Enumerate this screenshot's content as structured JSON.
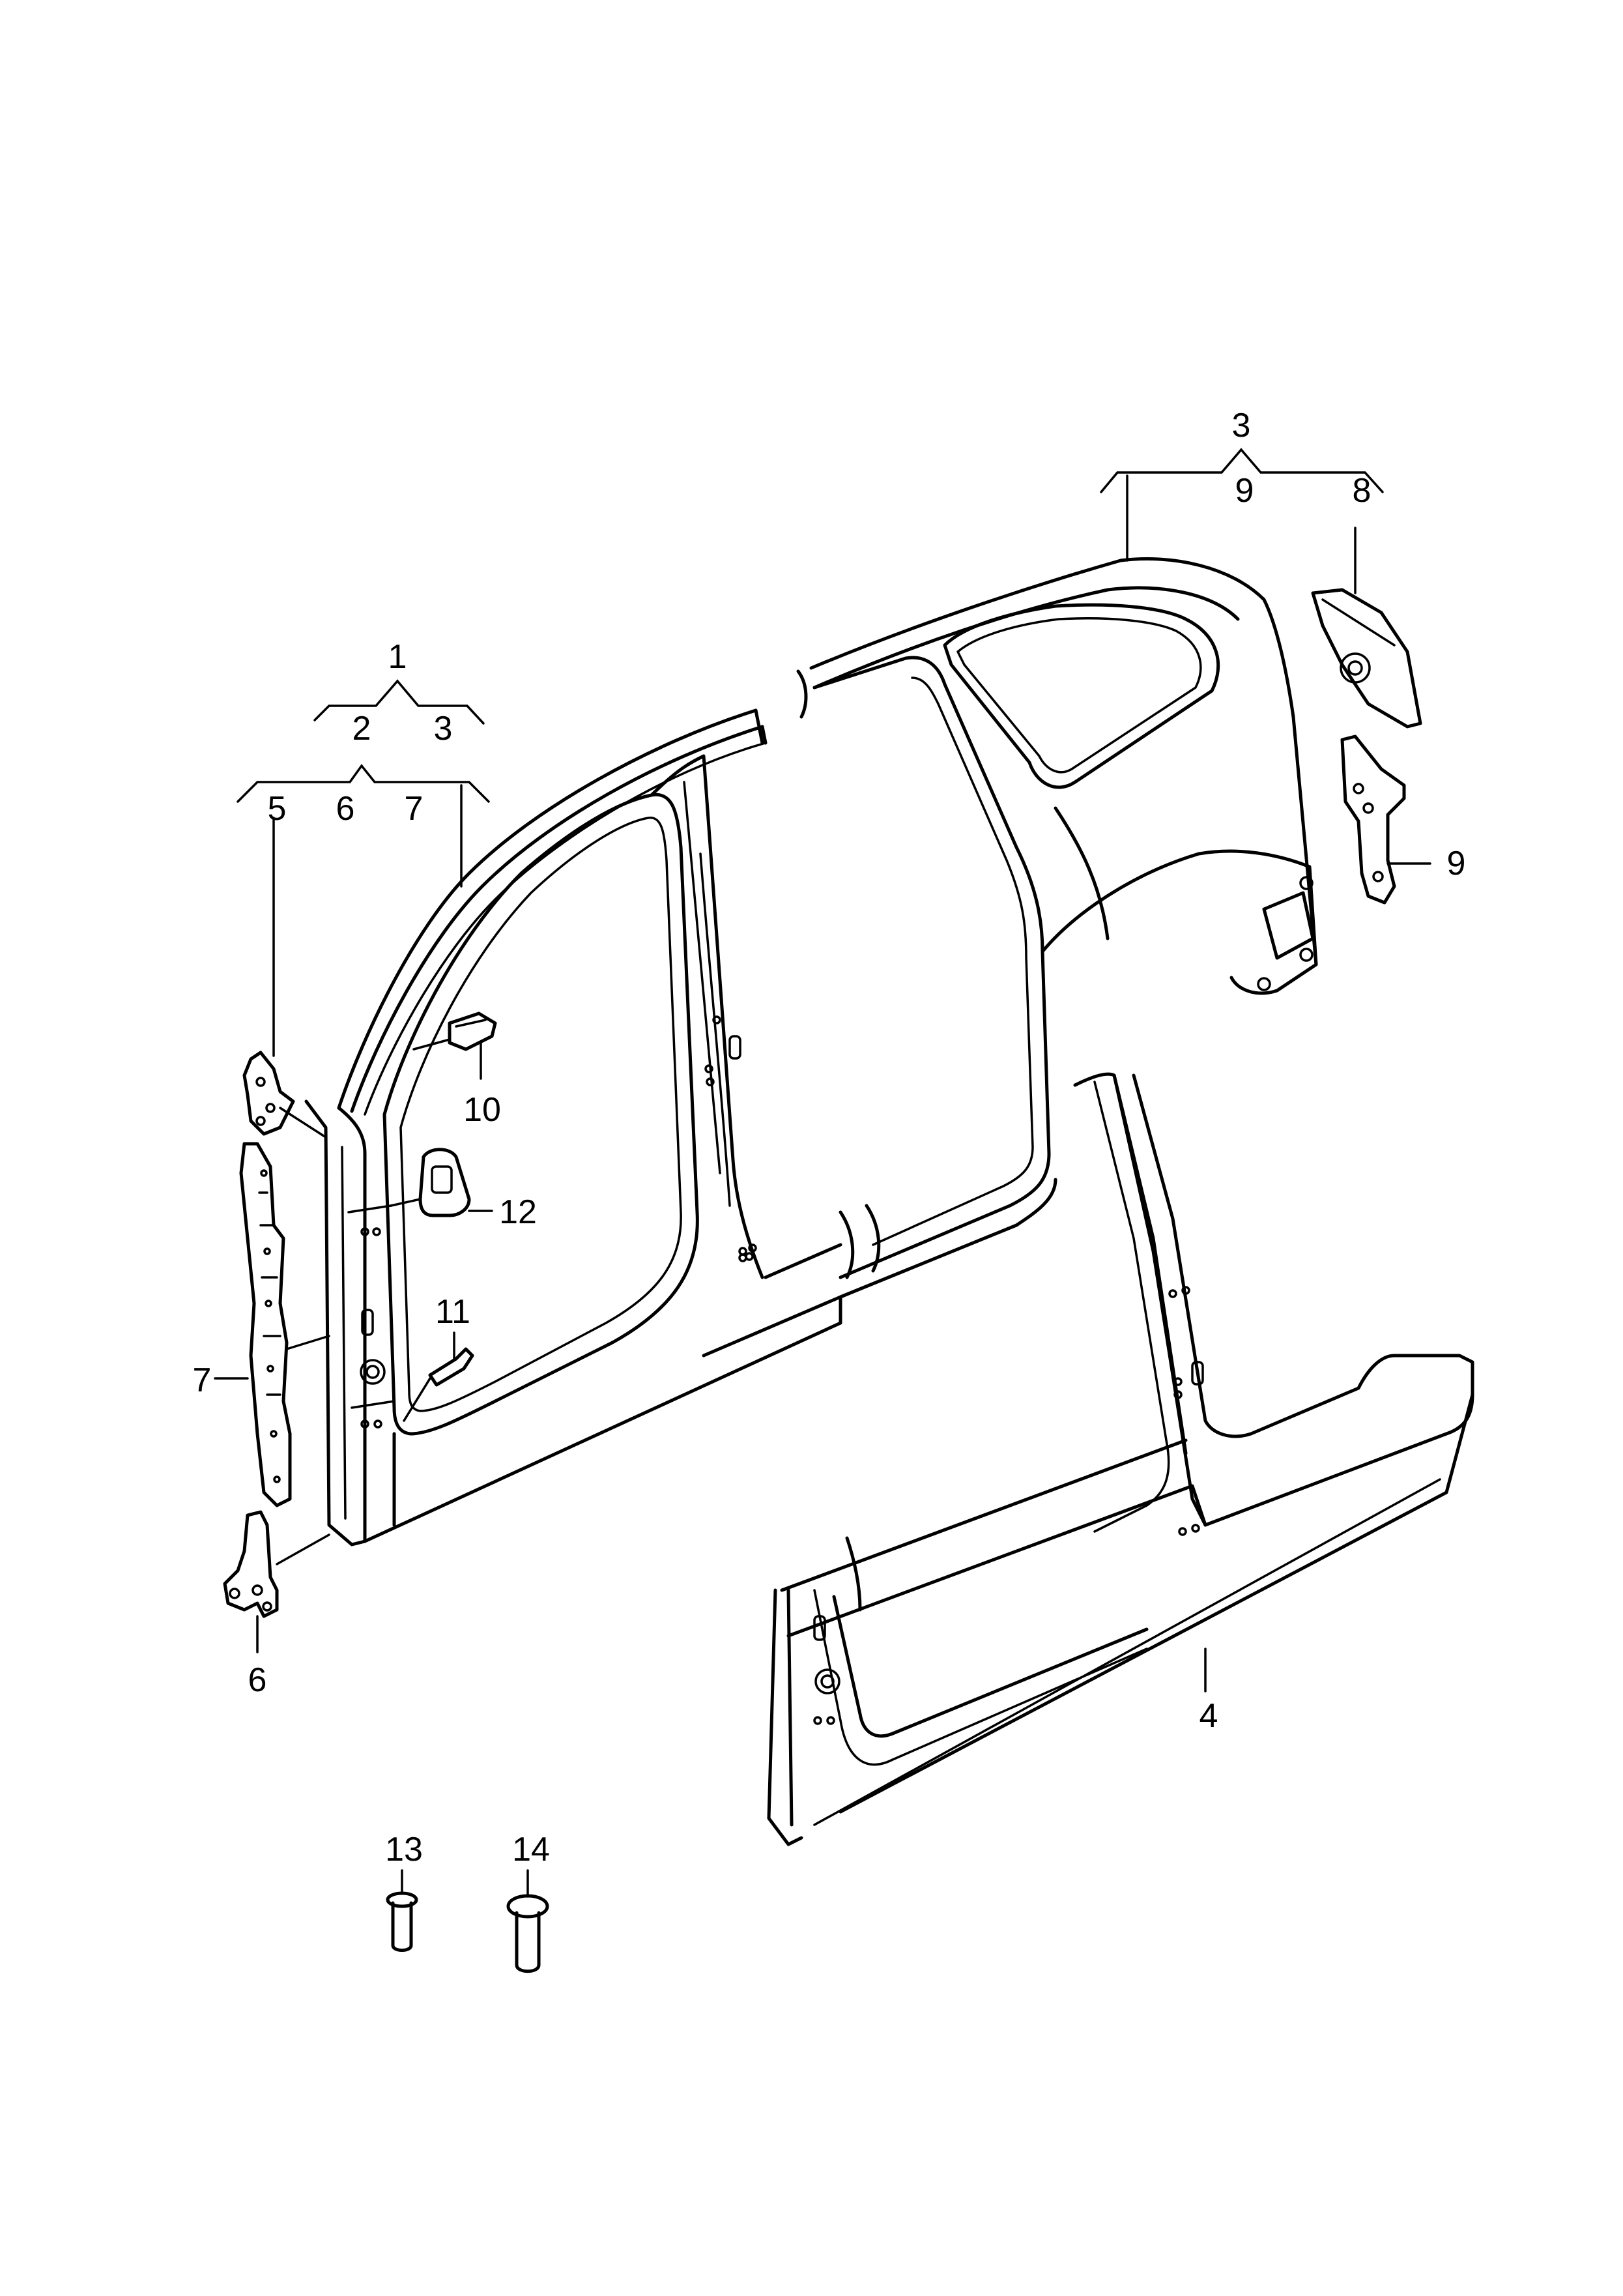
{
  "labels": {
    "tree1_top": "1",
    "tree1_mid_left": "2",
    "tree1_mid_right": "3",
    "tree1_leaf_5": "5",
    "tree1_leaf_6": "6",
    "tree1_leaf_7": "7",
    "tree3_top": "3",
    "tree3_mid": "9",
    "tree3_leaf_8": "8",
    "part_9": "9",
    "part_10": "10",
    "part_12": "12",
    "part_11": "11",
    "part_7": "7",
    "part_6": "6",
    "part_4": "4",
    "part_13": "13",
    "part_14": "14"
  }
}
